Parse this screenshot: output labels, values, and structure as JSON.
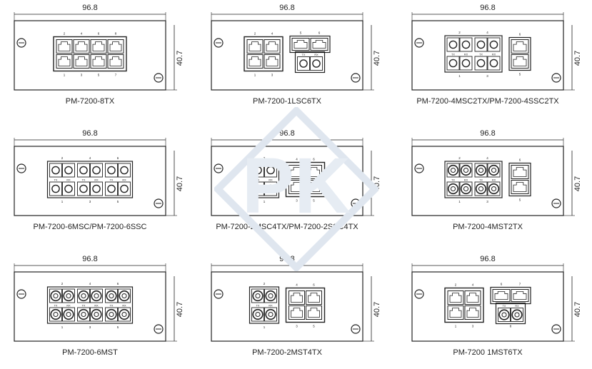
{
  "dimensions": {
    "width_label": "96.8",
    "height_label": "40.7"
  },
  "watermark": {
    "text": "PK"
  },
  "modules": [
    {
      "name": "PM-7200-8TX",
      "blocks": [
        {
          "kind": "rj",
          "cols": 4,
          "top": [
            "2",
            "4",
            "6",
            "8"
          ],
          "bottom": [
            "1",
            "3",
            "5",
            "7"
          ]
        }
      ]
    },
    {
      "name": "PM-7200-1LSC6TX",
      "blocks": [
        {
          "kind": "rj",
          "cols": 2,
          "top": [
            "2",
            "4"
          ],
          "bottom": [
            "1",
            "3"
          ]
        },
        {
          "kind": "rjsc",
          "top": [
            "5",
            "6"
          ],
          "tx": "TX",
          "rx": "RX"
        }
      ]
    },
    {
      "name": "PM-7200-4MSC2TX/PM-7200-4SSC2TX",
      "blocks": [
        {
          "kind": "sc",
          "pairs": 2,
          "top": [
            "2",
            "4"
          ],
          "bottom": [
            "1",
            "3"
          ],
          "tx": "TX",
          "rx": "RX"
        },
        {
          "kind": "rjcol",
          "top": [
            "6"
          ],
          "bottom": [
            "5"
          ]
        }
      ]
    },
    {
      "name": "PM-7200-6MSC/PM-7200-6SSC",
      "blocks": [
        {
          "kind": "sc",
          "pairs": 3,
          "top": [
            "2",
            "4",
            "6"
          ],
          "bottom": [
            "1",
            "3",
            "5"
          ],
          "tx": "TX",
          "rx": "RX"
        }
      ]
    },
    {
      "name": "PM-7200-2MSC4TX/PM-7200-2SSC4TX",
      "blocks": [
        {
          "kind": "sc",
          "pairs": 1,
          "top": [
            "2"
          ],
          "bottom": [
            "1"
          ],
          "tx": "TX",
          "rx": "RX"
        },
        {
          "kind": "rj",
          "cols": 2,
          "top": [
            "4",
            "6"
          ],
          "bottom": [
            "3",
            "5"
          ]
        }
      ]
    },
    {
      "name": "PM-7200-4MST2TX",
      "blocks": [
        {
          "kind": "st",
          "pairs": 2,
          "top": [
            "2",
            "4"
          ],
          "bottom": [
            "1",
            "3"
          ],
          "tx": "TX",
          "rx": "RX"
        },
        {
          "kind": "rjcol",
          "top": [
            "6"
          ],
          "bottom": [
            "5"
          ]
        }
      ]
    },
    {
      "name": "PM-7200-6MST",
      "blocks": [
        {
          "kind": "st",
          "pairs": 3,
          "top": [
            "2",
            "4",
            "6"
          ],
          "bottom": [
            "1",
            "3",
            "5"
          ],
          "tx": "TX",
          "rx": "RX"
        }
      ]
    },
    {
      "name": "PM-7200-2MST4TX",
      "blocks": [
        {
          "kind": "st",
          "pairs": 1,
          "top": [
            "2"
          ],
          "bottom": [
            "1"
          ],
          "tx": "TX",
          "rx": "RX"
        },
        {
          "kind": "rj",
          "cols": 2,
          "top": [
            "4",
            "6"
          ],
          "bottom": [
            "3",
            "5"
          ]
        }
      ]
    },
    {
      "name": "PM-7200 1MST6TX",
      "blocks": [
        {
          "kind": "rj",
          "cols": 2,
          "top": [
            "2",
            "4"
          ],
          "bottom": [
            "1",
            "3"
          ]
        },
        {
          "kind": "rjst",
          "top": [
            "6",
            "7"
          ],
          "tx": "TX",
          "rx": "RX",
          "bottom": [
            "8"
          ]
        }
      ]
    }
  ]
}
